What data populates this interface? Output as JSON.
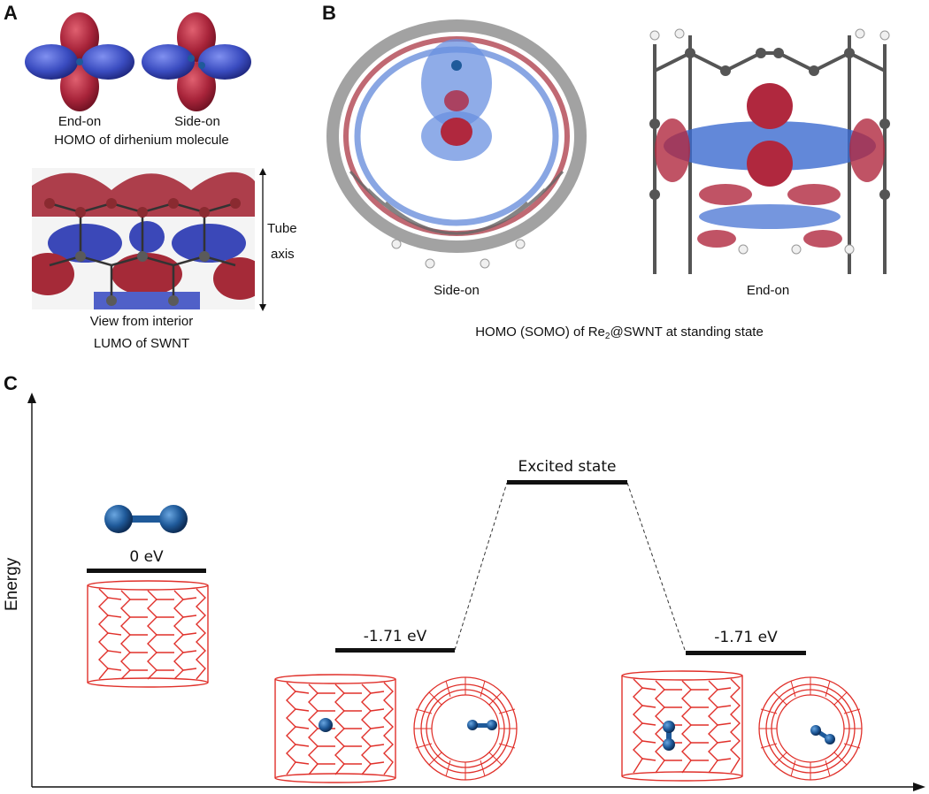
{
  "panels": {
    "a": "A",
    "b": "B",
    "c": "C"
  },
  "panel_a": {
    "end_on": "End-on",
    "side_on": "Side-on",
    "homo_caption": "HOMO of dirhenium molecule",
    "tube_axis_1": "Tube",
    "tube_axis_2": "axis",
    "view_caption": "View from interior",
    "lumo_caption": "LUMO of SWNT"
  },
  "panel_b": {
    "side_on": "Side-on",
    "end_on": "End-on",
    "caption_pre": "HOMO (SOMO) of Re",
    "caption_sub": "2",
    "caption_post": "@SWNT at standing state"
  },
  "panel_c": {
    "y_axis_label": "Energy",
    "levels": [
      {
        "label": "0 eV"
      },
      {
        "label": "-1.71 eV"
      },
      {
        "label": "Excited state"
      },
      {
        "label": "-1.71 eV"
      }
    ]
  },
  "colors": {
    "orbital_red": "#b0283e",
    "orbital_blue": "#3b55c8",
    "nanotube_red": "#e0302a",
    "atom_blue": "#1f5a9a",
    "carbon_gray": "#6a6a6a"
  }
}
